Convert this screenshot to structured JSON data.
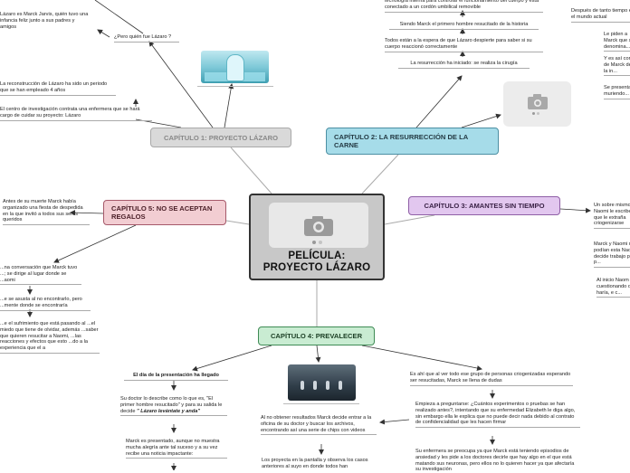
{
  "central": {
    "title_line1": "PELÍCULA:",
    "title_line2": "PROYECTO LÁZARO",
    "image_icon": "camera-icon"
  },
  "topics": {
    "t1": "CAPÍTULO 1: PROYECTO LÁZARO",
    "t2": "CAPÍTULO 2: LA RESURRECCIÓN DE LA CARNE",
    "t3": "CAPÍTULO 3: AMANTES SIN TIEMPO",
    "t4": "CAPÍTULO 4: PREVALECER",
    "t5": "CAPÍTULO 5: NO SE ACEPTAN REGALOS"
  },
  "ch1": {
    "q": "¿Pero quién fue Lázaro ?",
    "n1": "Lázaro es Marck Jarvis, quién tuvo una infancia feliz junto a sus padres y amigos",
    "n2": "La reconstrucción de Lázaro ha sido un periodo que se han empleado 4 años",
    "n3": "El centro de investigación contrata una enfermera que se hará cargo de cuidar su proyecto: Lázaro"
  },
  "ch2": {
    "n0": "tecnología interna para controlar el funcionamiento del cuerpo y está conectado a un cordón umbilical removible",
    "n1": "Siendo Marck el primero hombre resucitado de la historia",
    "n2": "Todos están a la espera de que Lázaro despierte para saber si su cuerpo reaccionó correctamente",
    "n3": "La resurrección ha iniciado: se realiza la cirugía"
  },
  "right_top": {
    "n1": "Después de tanto tiempo en el mundo actual",
    "n2": "Le piden a Marck que se denomina...",
    "n3": "Y es así como de Marck desde la in...",
    "n4": "Se presenta muriendo..."
  },
  "ch3": {
    "n1": "Un sobre mismo Naomi le escribe que le extraña criogenizarse",
    "n2": "Marck y Naomi no podían esta Naomi decide trabajo para p...",
    "n3": "Al inicio Naom cuestionando que haría, e c..."
  },
  "ch5": {
    "n1": "Antes de su muerte Marck había organizado una fiesta de despedida en la que invitó a todos sus seres queridos",
    "n2": "...na conversación que Marck tuvo ...; se dirige al lugar donde se ...aomi",
    "n3": "...e se asusta al no encontrarlo, pero ...mente donde se encontraría",
    "n4": "...e el sufrimiento que está pasando al ...el miedo que tiene de olvidar, además ...saber que quieren resucitar a Naomi, ...las reacciones y efectos que esto ...do a la experiencia que el a"
  },
  "ch4": {
    "l1": "El día de la presentación ha llegado",
    "l2a": "Su doctor lo describe como lo que es, \"El primer hombre resucitado\" y para su salida le decide",
    "l2b": "\" Lázaro levántate y anda\"",
    "l3": "Marck es presentado, aunque no muestra mucha alegría ante tal suceso y a su vez recibe una noticia impactante:",
    "m1": "Al no obtener resultados Marck decide entrar a la oficina de su doctor y buscar los archivos, encontrando así una serie de chips con videos",
    "m2": "Los proyecta en la pantalla y observa los casos anteriores al suyo en donde todos han",
    "r1": "Es ahí que al ver todo ese grupo de personas criogenizadas esperando ser resucitadas, Marck se llena de dudas",
    "r2": "Empieza a preguntarse: ¿Cuántos experimentos o pruebas se han realizado antes?, intentando que su enfermedad Elizabeth le diga algo, sin embargo ella le explica que no puede decir nada debido al contrato de confidencialidad que les hacen firmar",
    "r3": "Su enfermera se preocupa ya que Marck está teniendo episodios de ansiedad y les pide a los doctores decirle que hay algo en el que está matando sus neuronas, pero ellos no lo quieren hacer ya que afectaría su investigación"
  },
  "colors": {
    "ch1": "#d9d9d9",
    "ch2": "#a6dce9",
    "ch3": "#e2c7ef",
    "ch4": "#c9ecd2",
    "ch5": "#f2cdd2",
    "central": "#c8c8c8"
  }
}
